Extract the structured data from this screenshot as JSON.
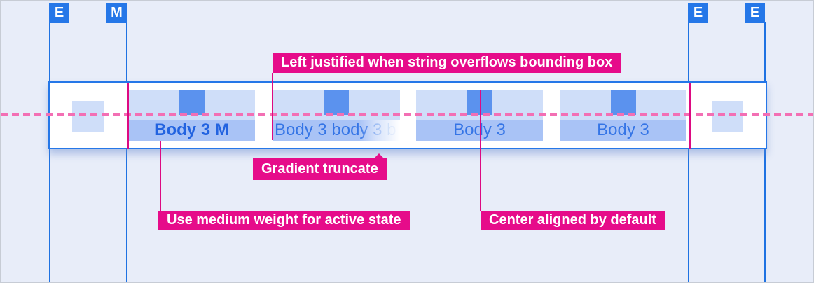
{
  "colors": {
    "page_bg": "#e8edf9",
    "accent_blue": "#2577e8",
    "guide_blue": "#1f72e2",
    "magenta": "#e60c8a",
    "dashed_pink": "#f36fb4",
    "tab_block_bg": "#cfdef9",
    "tab_icon_blue": "#5b92ee",
    "tab_strip_bg": "#a9c3f6",
    "tab_text": "#3575e6",
    "tab_text_active": "#2263e0",
    "bar_bg": "#ffffff"
  },
  "rulers": {
    "markers": [
      {
        "label": "E"
      },
      {
        "label": "M"
      },
      {
        "label": "E"
      },
      {
        "label": "E"
      }
    ]
  },
  "tabbar": {
    "tabs": [
      {
        "label": "Body 3 M",
        "state": "active",
        "align": "center",
        "weight": "medium"
      },
      {
        "label": "Body 3 body 3 b",
        "state": "default",
        "align": "left",
        "truncation": "gradient"
      },
      {
        "label": "Body 3",
        "state": "default",
        "align": "center"
      },
      {
        "label": "Body 3",
        "state": "default",
        "align": "center"
      }
    ],
    "icons": {
      "tab_icon": "square-icon-placeholder",
      "edge_slot": "square-slot-placeholder"
    }
  },
  "annotations": {
    "left_justified": "Left justified when string overflows bounding box",
    "gradient_truncate": "Gradient truncate",
    "medium_weight": "Use medium weight for active state",
    "center_aligned": "Center aligned by default"
  }
}
